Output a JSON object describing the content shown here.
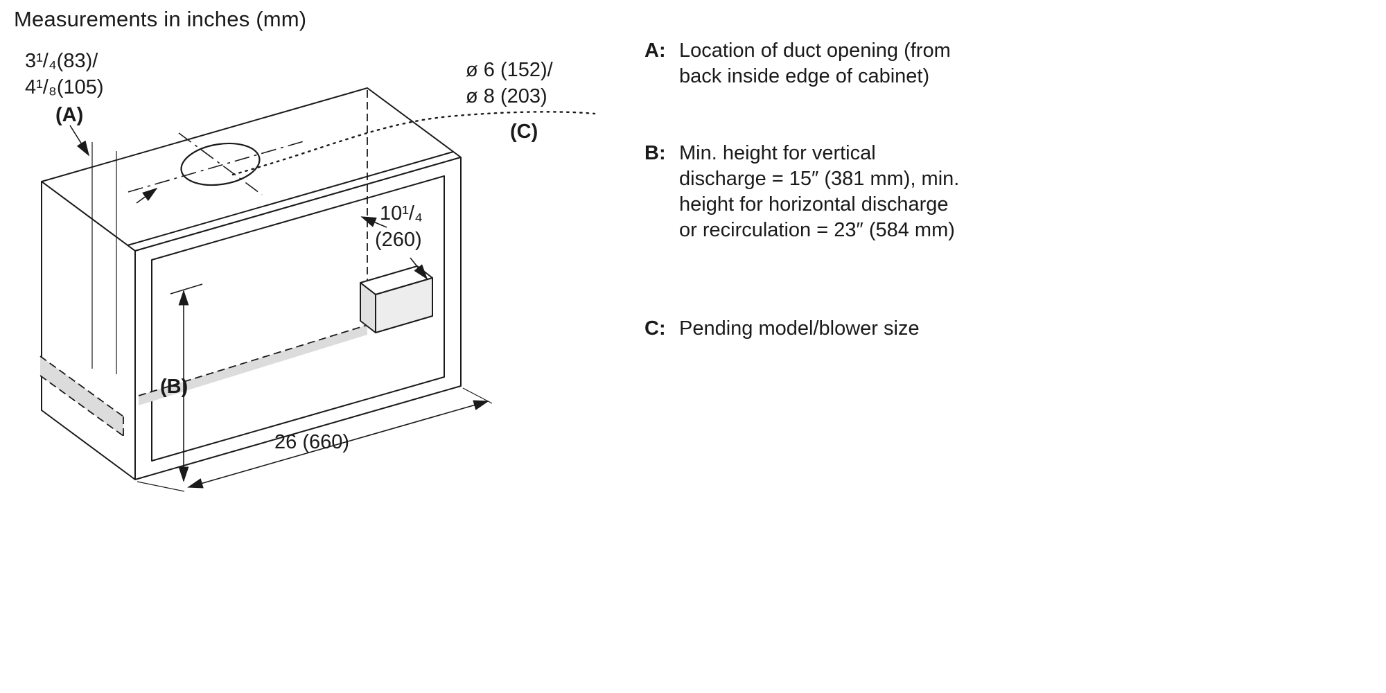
{
  "title": "Measurements in inches (mm)",
  "diagram": {
    "dim_a": {
      "line1": "3¹/₄(83)/",
      "line2": "4¹/₈(105)",
      "label": "(A)"
    },
    "dim_c": {
      "line1": "ø 6 (152)/",
      "line2": "ø 8 (203)",
      "label": "(C)"
    },
    "dim_depth": {
      "line1": "10¹/₄",
      "line2": "(260)"
    },
    "dim_b": {
      "label": "(B)"
    },
    "dim_width": {
      "value": "26 (660)"
    }
  },
  "legend": [
    {
      "key": "A:",
      "text": "Location of duct opening (from\nback inside edge of cabinet)"
    },
    {
      "key": "B:",
      "text": "Min. height for vertical\ndischarge = 15″ (381 mm), min.\nheight for horizontal discharge\nor recirculation = 23″ (584 mm)"
    },
    {
      "key": "C:",
      "text": "Pending model/blower size"
    }
  ],
  "colors": {
    "line": "#1a1a1a",
    "shade": "#dcdcdc",
    "background": "#ffffff"
  }
}
